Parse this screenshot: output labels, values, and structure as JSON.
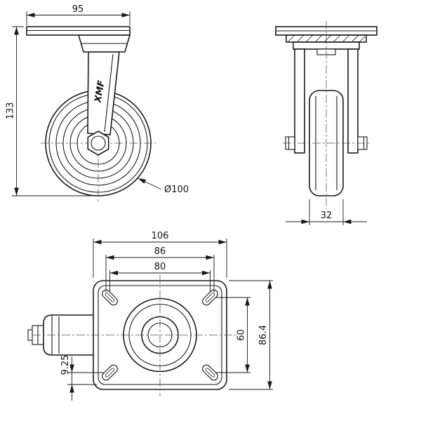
{
  "colors": {
    "line": "#1a1a1a",
    "background": "#ffffff"
  },
  "views": {
    "side": {
      "dim_top": "95",
      "dim_height": "133",
      "dim_wheel": "Ø100",
      "logo": "XMF"
    },
    "front": {
      "dim_width": "32"
    },
    "plan": {
      "dim_overall_w": "106",
      "dim_slot_span": "86",
      "dim_hole_x": "80",
      "dim_hole_y": "60",
      "dim_overall_h": "86.4",
      "dim_edge": "9.25"
    }
  }
}
